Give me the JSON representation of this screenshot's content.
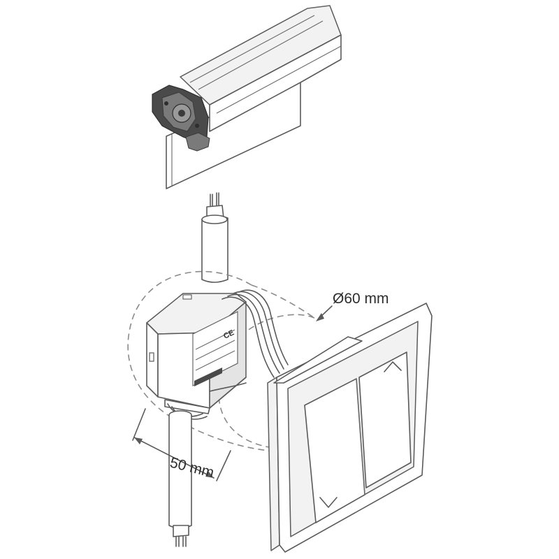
{
  "labels": {
    "diameter": "Ø60 mm",
    "depth": "50 mm",
    "module_ce": "CE"
  },
  "colors": {
    "line": "#5a5a5a",
    "dashed_outline": "#8a8a8a",
    "motor": "#4a4a4a"
  },
  "icons": {
    "switch_up": "chevron-up-icon",
    "switch_down": "chevron-down-icon"
  }
}
